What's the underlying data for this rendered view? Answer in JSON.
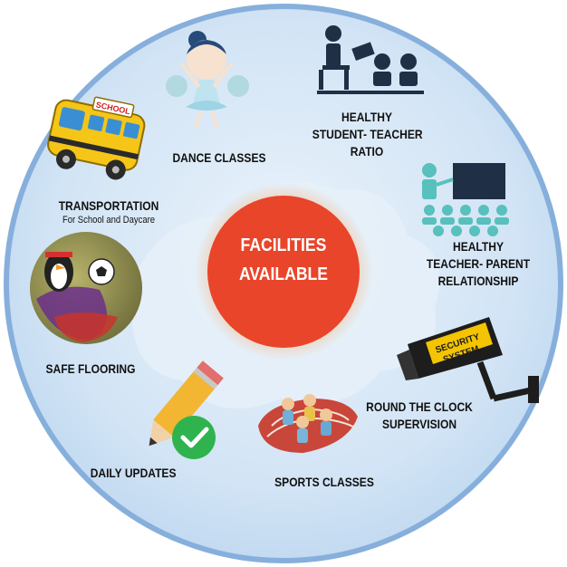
{
  "center": {
    "line1": "FACILITIES",
    "line2": "AVAILABLE"
  },
  "facilities": {
    "dance": {
      "label": "DANCE CLASSES"
    },
    "ratio": {
      "line1": "HEALTHY",
      "line2": "STUDENT- TEACHER",
      "line3": "RATIO"
    },
    "parent": {
      "line1": "HEALTHY",
      "line2": "TEACHER- PARENT",
      "line3": "RELATIONSHIP"
    },
    "supervision": {
      "line1": "ROUND THE CLOCK",
      "line2": "SUPERVISION",
      "camera_text1": "SECURITY",
      "camera_text2": "SYSTEM"
    },
    "sports": {
      "label": "SPORTS CLASSES"
    },
    "updates": {
      "label": "DAILY UPDATES"
    },
    "flooring": {
      "label": "SAFE FLOORING"
    },
    "transport": {
      "label": "TRANSPORTATION",
      "sub": "For School and Daycare",
      "bus_text": "SCHOOL"
    }
  },
  "colors": {
    "circle_fill": "#d4e6f6",
    "circle_border": "#7fa9d8",
    "center_fill": "#e8452a",
    "center_glow": "#f6b27a",
    "teal": "#58c0bd"
  }
}
